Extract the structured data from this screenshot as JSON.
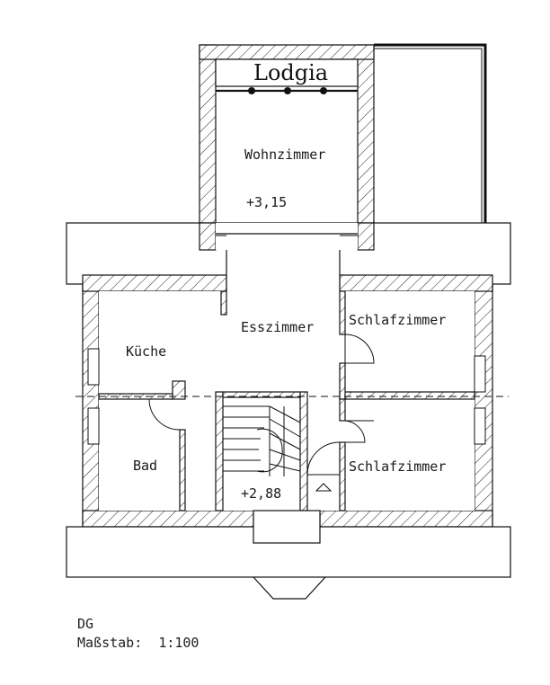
{
  "rooms": {
    "lodgia": "Lodgia",
    "wohnzimmer": "Wohnzimmer",
    "esszimmer": "Esszimmer",
    "kueche": "Küche",
    "schlafzimmer_1": "Schlafzimmer",
    "schlafzimmer_2": "Schlafzimmer",
    "bad": "Bad"
  },
  "levels": {
    "wohnzimmer": "+3,15",
    "floor": "+2,88"
  },
  "legend": {
    "floor": "DG",
    "scale_label": "Maßstab:",
    "scale_value": "1:100"
  }
}
